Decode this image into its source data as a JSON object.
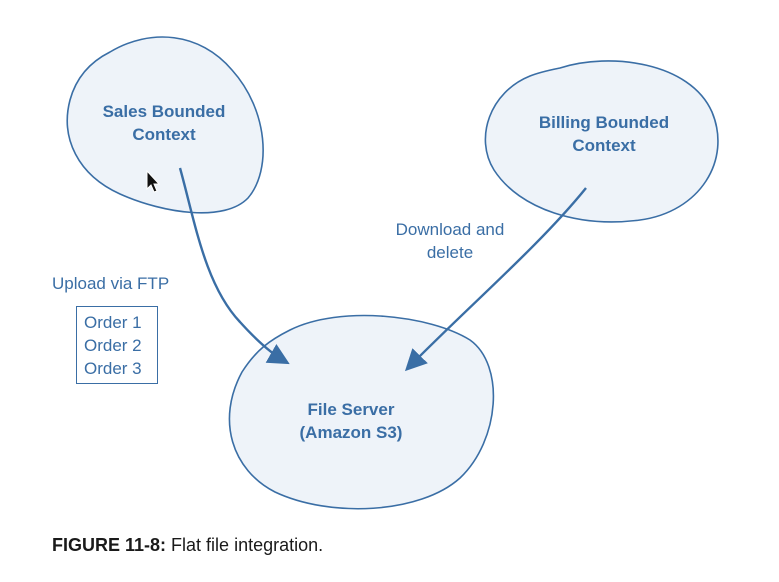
{
  "nodes": {
    "sales": {
      "line1": "Sales Bounded",
      "line2": "Context"
    },
    "billing": {
      "line1": "Billing Bounded",
      "line2": "Context"
    },
    "file_server": {
      "line1": "File Server",
      "line2": "(Amazon S3)"
    }
  },
  "edges": {
    "download": {
      "line1": "Download and",
      "line2": "delete"
    },
    "upload": {
      "label": "Upload via FTP"
    }
  },
  "orders": [
    "Order 1",
    "Order 2",
    "Order 3"
  ],
  "caption": {
    "figure": "FIGURE 11-8:",
    "text": "Flat file integration."
  },
  "colors": {
    "accent": "#3a6ea5",
    "fill": "#eef3f9"
  },
  "icons": {
    "cursor": "mouse-pointer-icon"
  }
}
